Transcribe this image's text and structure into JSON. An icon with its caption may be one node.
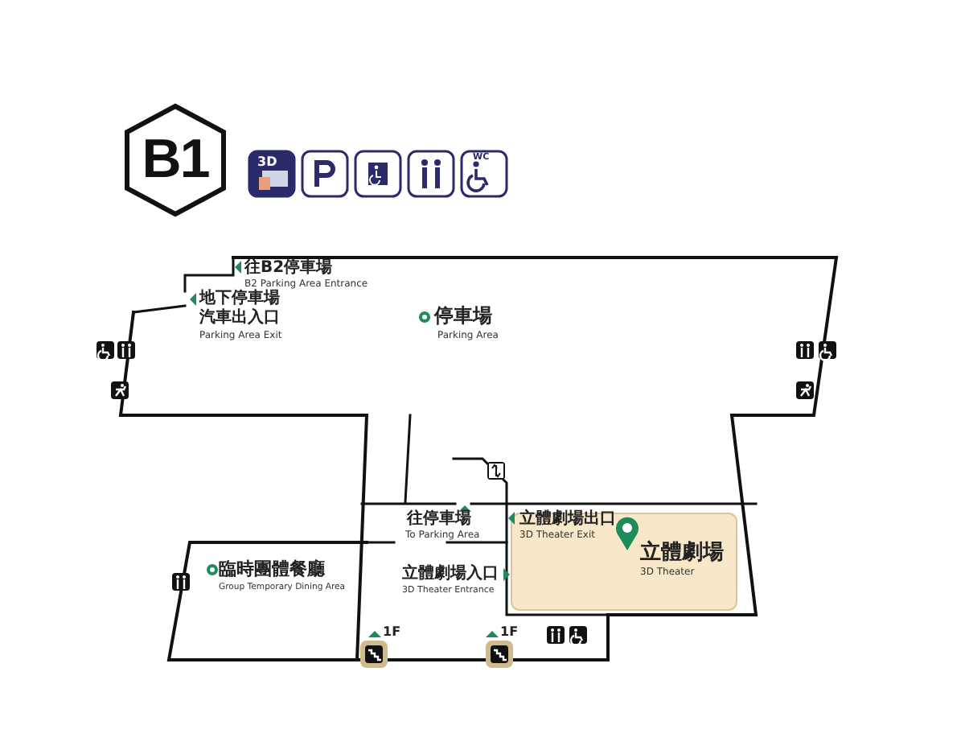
{
  "diagram": {
    "nodes": [
      {
        "text": [
          "B1"
        ]
      },
      {
        "text": [
          "立體劇場",
          "3D Theater"
        ]
      }
    ],
    "labels": [
      "3D",
      "WC",
      "往B2停車場",
      "B2 Parking Area Entrance",
      "地下停車場汽車出入口",
      "Parking Area Exit",
      "停車場",
      "Parking Area",
      "往停車場",
      "To Parking Area",
      "立體劇場出口",
      "3D Theater Exit",
      "立體劇場入口",
      "3D Theater Entrance",
      "臨時團體餐廳",
      "Group Temporary Dining Area",
      "1F",
      "1F"
    ]
  }
}
